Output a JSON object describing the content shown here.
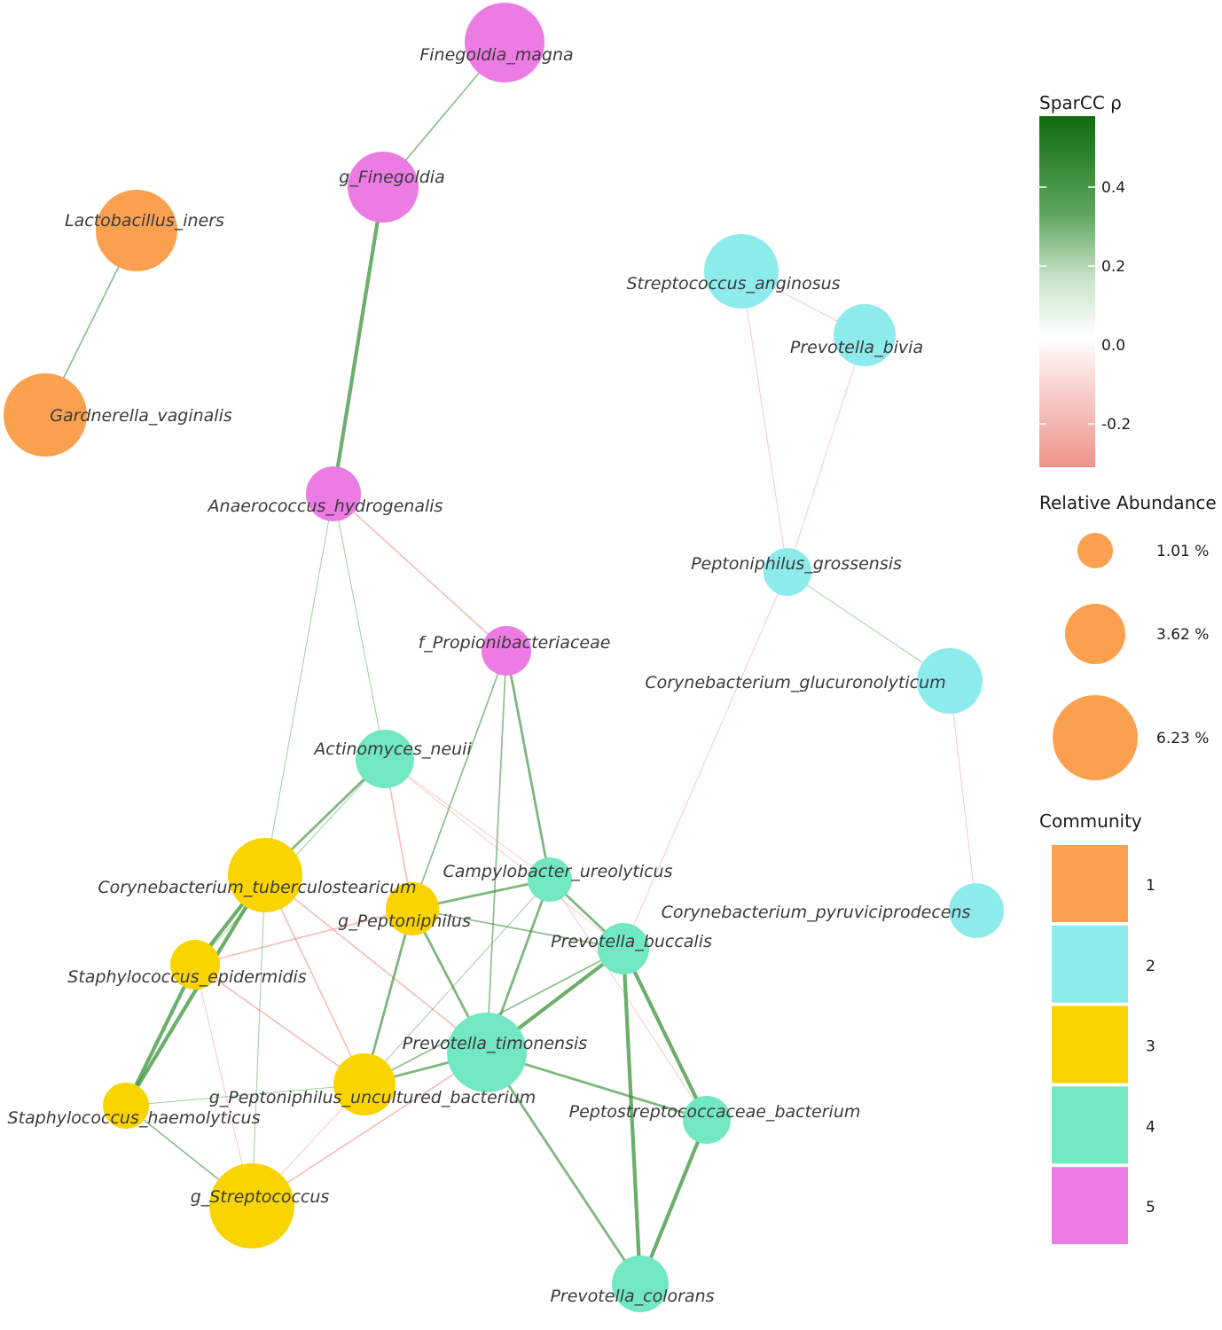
{
  "colors": {
    "community": {
      "1": "#FBA04E",
      "2": "#8EEBEC",
      "3": "#FAD400",
      "4": "#72E8C2",
      "5": "#EC7BE3"
    },
    "edge_positive": "#2E8B2E",
    "edge_negative": "#EE8A80",
    "sparcc_gradient": [
      "#0F6B0F",
      "#5FA65F",
      "#C8E3C8",
      "#FFFFFF",
      "#F8D0CC",
      "#EE938A"
    ]
  },
  "nodes": [
    {
      "id": "finegoldia_magna",
      "label": "Finegoldia_magna",
      "community": 5,
      "size": "large"
    },
    {
      "id": "g_finegoldia",
      "label": "g_Finegoldia",
      "community": 5,
      "size": "medium"
    },
    {
      "id": "lactobacillus_iners",
      "label": "Lactobacillus_iners",
      "community": 1,
      "size": "large"
    },
    {
      "id": "gardnerella_vaginalis",
      "label": "Gardnerella_vaginalis",
      "community": 1,
      "size": "large"
    },
    {
      "id": "streptococcus_anginosus",
      "label": "Streptococcus_anginosus",
      "community": 2,
      "size": "large"
    },
    {
      "id": "prevotella_bivia",
      "label": "Prevotella_bivia",
      "community": 2,
      "size": "medium"
    },
    {
      "id": "anaerococcus_hydrogenalis",
      "label": "Anaerococcus_hydrogenalis",
      "community": 5,
      "size": "small"
    },
    {
      "id": "peptoniphilus_grossensis",
      "label": "Peptoniphilus_grossensis",
      "community": 2,
      "size": "small"
    },
    {
      "id": "f_propionibacteriaceae",
      "label": "f_Propionibacteriaceae",
      "community": 5,
      "size": "small"
    },
    {
      "id": "corynebacterium_glucuronolyticum",
      "label": "Corynebacterium_glucuronolyticum",
      "community": 2,
      "size": "medium"
    },
    {
      "id": "actinomyces_neuii",
      "label": "Actinomyces_neuii",
      "community": 4,
      "size": "small"
    },
    {
      "id": "campylobacter_ureolyticus",
      "label": "Campylobacter_ureolyticus",
      "community": 4,
      "size": "small"
    },
    {
      "id": "corynebacterium_tuberculostearicum",
      "label": "Corynebacterium_tuberculostearicum",
      "community": 3,
      "size": "large"
    },
    {
      "id": "corynebacterium_pyruviciprodecens",
      "label": "Corynebacterium_pyruviciprodecens",
      "community": 2,
      "size": "small"
    },
    {
      "id": "g_peptoniphilus",
      "label": "g_Peptoniphilus",
      "community": 3,
      "size": "small"
    },
    {
      "id": "prevotella_buccalis",
      "label": "Prevotella_buccalis",
      "community": 4,
      "size": "small"
    },
    {
      "id": "staphylococcus_epidermidis",
      "label": "Staphylococcus_epidermidis",
      "community": 3,
      "size": "small"
    },
    {
      "id": "prevotella_timonensis",
      "label": "Prevotella_timonensis",
      "community": 4,
      "size": "large"
    },
    {
      "id": "g_peptoniphilus_uncultured_bacterium",
      "label": "g_Peptoniphilus_uncultured_bacterium",
      "community": 3,
      "size": "medium"
    },
    {
      "id": "staphylococcus_haemolyticus",
      "label": "Staphylococcus_haemolyticus",
      "community": 3,
      "size": "small"
    },
    {
      "id": "peptostreptococcaceae_bacterium",
      "label": "Peptostreptococcaceae_bacterium",
      "community": 4,
      "size": "small"
    },
    {
      "id": "g_streptococcus",
      "label": "g_Streptococcus",
      "community": 3,
      "size": "large"
    },
    {
      "id": "prevotella_colorans",
      "label": "Prevotella_colorans",
      "community": 4,
      "size": "small"
    }
  ],
  "edges": [
    {
      "source": "finegoldia_magna",
      "target": "g_finegoldia",
      "sign": "positive",
      "strength": "weak"
    },
    {
      "source": "g_finegoldia",
      "target": "anaerococcus_hydrogenalis",
      "sign": "positive",
      "strength": "strong"
    },
    {
      "source": "lactobacillus_iners",
      "target": "gardnerella_vaginalis",
      "sign": "positive",
      "strength": "weak"
    },
    {
      "source": "streptococcus_anginosus",
      "target": "prevotella_bivia",
      "sign": "negative",
      "strength": "faint"
    },
    {
      "source": "streptococcus_anginosus",
      "target": "peptoniphilus_grossensis",
      "sign": "negative",
      "strength": "faint"
    },
    {
      "source": "prevotella_bivia",
      "target": "peptoniphilus_grossensis",
      "sign": "negative",
      "strength": "faint"
    },
    {
      "source": "peptoniphilus_grossensis",
      "target": "corynebacterium_glucuronolyticum",
      "sign": "positive",
      "strength": "faint"
    },
    {
      "source": "peptoniphilus_grossensis",
      "target": "prevotella_buccalis",
      "sign": "negative",
      "strength": "faint"
    },
    {
      "source": "corynebacterium_glucuronolyticum",
      "target": "corynebacterium_pyruviciprodecens",
      "sign": "negative",
      "strength": "faint"
    },
    {
      "source": "anaerococcus_hydrogenalis",
      "target": "f_propionibacteriaceae",
      "sign": "negative",
      "strength": "weak"
    },
    {
      "source": "anaerococcus_hydrogenalis",
      "target": "actinomyces_neuii",
      "sign": "positive",
      "strength": "faint"
    },
    {
      "source": "anaerococcus_hydrogenalis",
      "target": "corynebacterium_tuberculostearicum",
      "sign": "positive",
      "strength": "faint"
    },
    {
      "source": "f_propionibacteriaceae",
      "target": "campylobacter_ureolyticus",
      "sign": "positive",
      "strength": "medium"
    },
    {
      "source": "f_propionibacteriaceae",
      "target": "prevotella_timonensis",
      "sign": "positive",
      "strength": "weak"
    },
    {
      "source": "f_propionibacteriaceae",
      "target": "g_peptoniphilus",
      "sign": "positive",
      "strength": "weak"
    },
    {
      "source": "actinomyces_neuii",
      "target": "corynebacterium_tuberculostearicum",
      "sign": "positive",
      "strength": "medium"
    },
    {
      "source": "actinomyces_neuii",
      "target": "g_peptoniphilus",
      "sign": "negative",
      "strength": "weak"
    },
    {
      "source": "actinomyces_neuii",
      "target": "campylobacter_ureolyticus",
      "sign": "negative",
      "strength": "faint"
    },
    {
      "source": "actinomyces_neuii",
      "target": "prevotella_buccalis",
      "sign": "negative",
      "strength": "faint"
    },
    {
      "source": "actinomyces_neuii",
      "target": "staphylococcus_epidermidis",
      "sign": "positive",
      "strength": "faint"
    },
    {
      "source": "corynebacterium_tuberculostearicum",
      "target": "staphylococcus_epidermidis",
      "sign": "positive",
      "strength": "strong"
    },
    {
      "source": "corynebacterium_tuberculostearicum",
      "target": "staphylococcus_haemolyticus",
      "sign": "positive",
      "strength": "strong"
    },
    {
      "source": "corynebacterium_tuberculostearicum",
      "target": "g_streptococcus",
      "sign": "positive",
      "strength": "faint"
    },
    {
      "source": "corynebacterium_tuberculostearicum",
      "target": "g_peptoniphilus_uncultured_bacterium",
      "sign": "negative",
      "strength": "weak"
    },
    {
      "source": "corynebacterium_tuberculostearicum",
      "target": "prevotella_timonensis",
      "sign": "negative",
      "strength": "weak"
    },
    {
      "source": "staphylococcus_epidermidis",
      "target": "staphylococcus_haemolyticus",
      "sign": "positive",
      "strength": "strong"
    },
    {
      "source": "staphylococcus_epidermidis",
      "target": "g_peptoniphilus",
      "sign": "negative",
      "strength": "weak"
    },
    {
      "source": "staphylococcus_epidermidis",
      "target": "g_peptoniphilus_uncultured_bacterium",
      "sign": "negative",
      "strength": "weak"
    },
    {
      "source": "staphylococcus_epidermidis",
      "target": "g_streptococcus",
      "sign": "negative",
      "strength": "faint"
    },
    {
      "source": "staphylococcus_haemolyticus",
      "target": "g_streptococcus",
      "sign": "positive",
      "strength": "weak"
    },
    {
      "source": "staphylococcus_haemolyticus",
      "target": "g_peptoniphilus_uncultured_bacterium",
      "sign": "positive",
      "strength": "faint"
    },
    {
      "source": "g_peptoniphilus",
      "target": "campylobacter_ureolyticus",
      "sign": "positive",
      "strength": "medium"
    },
    {
      "source": "g_peptoniphilus",
      "target": "prevotella_timonensis",
      "sign": "positive",
      "strength": "medium"
    },
    {
      "source": "g_peptoniphilus",
      "target": "g_peptoniphilus_uncultured_bacterium",
      "sign": "positive",
      "strength": "medium"
    },
    {
      "source": "g_peptoniphilus",
      "target": "prevotella_buccalis",
      "sign": "positive",
      "strength": "weak"
    },
    {
      "source": "campylobacter_ureolyticus",
      "target": "prevotella_buccalis",
      "sign": "positive",
      "strength": "medium"
    },
    {
      "source": "campylobacter_ureolyticus",
      "target": "prevotella_timonensis",
      "sign": "positive",
      "strength": "medium"
    },
    {
      "source": "campylobacter_ureolyticus",
      "target": "peptostreptococcaceae_bacterium",
      "sign": "negative",
      "strength": "faint"
    },
    {
      "source": "campylobacter_ureolyticus",
      "target": "g_peptoniphilus_uncultured_bacterium",
      "sign": "positive",
      "strength": "faint"
    },
    {
      "source": "prevotella_buccalis",
      "target": "prevotella_timonensis",
      "sign": "positive",
      "strength": "strong"
    },
    {
      "source": "prevotella_buccalis",
      "target": "peptostreptococcaceae_bacterium",
      "sign": "positive",
      "strength": "strong"
    },
    {
      "source": "prevotella_buccalis",
      "target": "prevotella_colorans",
      "sign": "positive",
      "strength": "strong"
    },
    {
      "source": "prevotella_buccalis",
      "target": "g_peptoniphilus_uncultured_bacterium",
      "sign": "positive",
      "strength": "weak"
    },
    {
      "source": "prevotella_timonensis",
      "target": "g_peptoniphilus_uncultured_bacterium",
      "sign": "positive",
      "strength": "medium"
    },
    {
      "source": "prevotella_timonensis",
      "target": "peptostreptococcaceae_bacterium",
      "sign": "positive",
      "strength": "medium"
    },
    {
      "source": "prevotella_timonensis",
      "target": "prevotella_colorans",
      "sign": "positive",
      "strength": "medium"
    },
    {
      "source": "prevotella_timonensis",
      "target": "g_streptococcus",
      "sign": "negative",
      "strength": "weak"
    },
    {
      "source": "peptostreptococcaceae_bacterium",
      "target": "prevotella_colorans",
      "sign": "positive",
      "strength": "strong"
    },
    {
      "source": "g_peptoniphilus_uncultured_bacterium",
      "target": "g_streptococcus",
      "sign": "negative",
      "strength": "faint"
    }
  ],
  "legend": {
    "sparcc": {
      "title": "SparCC ρ",
      "ticks": [
        {
          "value": 0.4,
          "label": "0.4"
        },
        {
          "value": 0.2,
          "label": "0.2"
        },
        {
          "value": 0.0,
          "label": "0.0"
        },
        {
          "value": -0.2,
          "label": "-0.2"
        }
      ]
    },
    "abundance": {
      "title": "Relative Abundance",
      "entries": [
        {
          "value": 1.01,
          "label": "1.01 %"
        },
        {
          "value": 3.62,
          "label": "3.62 %"
        },
        {
          "value": 6.23,
          "label": "6.23 %"
        }
      ]
    },
    "community": {
      "title": "Community",
      "entries": [
        {
          "id": "1",
          "label": "1"
        },
        {
          "id": "2",
          "label": "2"
        },
        {
          "id": "3",
          "label": "3"
        },
        {
          "id": "4",
          "label": "4"
        },
        {
          "id": "5",
          "label": "5"
        }
      ]
    }
  }
}
